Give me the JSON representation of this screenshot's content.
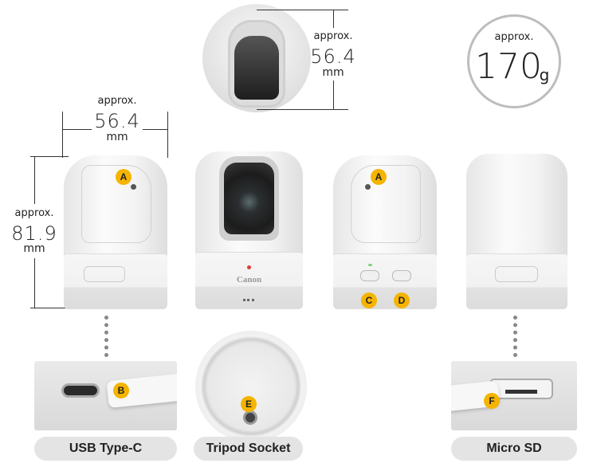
{
  "top_view": {
    "approx": "approx.",
    "value": "56.4",
    "unit": "mm"
  },
  "weight": {
    "approx": "approx.",
    "value": "170",
    "unit": "g"
  },
  "width_dim": {
    "approx": "approx.",
    "value": "56.4",
    "unit": "mm"
  },
  "height_dim": {
    "approx": "approx.",
    "value": "81.9",
    "unit": "mm"
  },
  "brand_logo": "Canon",
  "badges": {
    "a1": "A",
    "a2": "A",
    "b": "B",
    "c": "C",
    "d": "D",
    "e": "E",
    "f": "F"
  },
  "labels": {
    "usb": "USB Type-C",
    "tripod": "Tripod Socket",
    "microsd": "Micro SD"
  },
  "colors": {
    "badge": "#f5b400",
    "pill": "#e4e4e4"
  }
}
